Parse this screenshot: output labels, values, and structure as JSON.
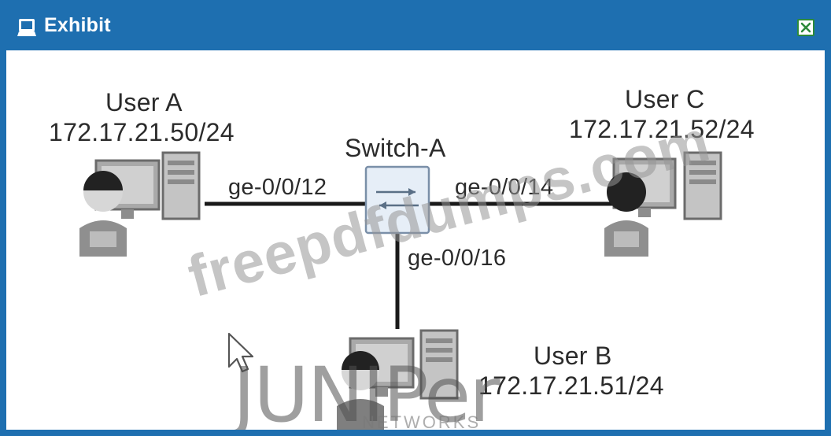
{
  "window": {
    "title": "Exhibit"
  },
  "diagram": {
    "user_a": {
      "name": "User A",
      "ip": "172.17.21.50/24"
    },
    "user_b": {
      "name": "User B",
      "ip": "172.17.21.51/24"
    },
    "user_c": {
      "name": "User C",
      "ip": "172.17.21.52/24"
    },
    "switch": {
      "name": "Switch-A"
    },
    "ports": {
      "to_user_a": "ge-0/0/12",
      "to_user_c": "ge-0/0/14",
      "to_user_b": "ge-0/0/16"
    }
  },
  "overlays": {
    "watermark": "freepdfdumps.com",
    "brand": "JUNIPer",
    "brand_sub": "NETWORKS"
  },
  "colors": {
    "titlebar": "#1e6fb0",
    "text": "#2b2b2b",
    "link": "#1a1a1a",
    "switch_fill": "#e6eef7",
    "close_border": "#2d8a3a"
  },
  "icons": {
    "title": "monitor-icon",
    "close": "close-x-icon",
    "switch": "switch-arrows-icon",
    "user": "user-workstation-icon",
    "cursor": "mouse-pointer-icon"
  }
}
